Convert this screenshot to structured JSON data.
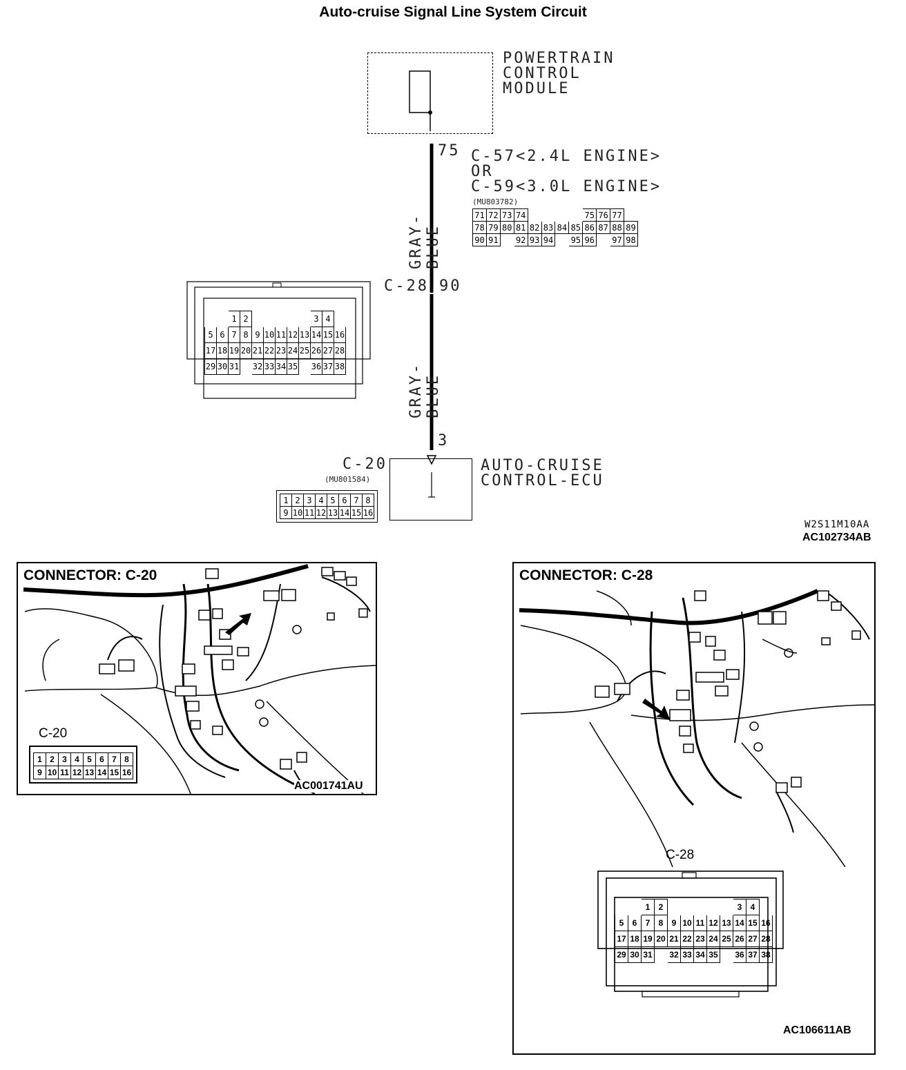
{
  "diagram": {
    "title": "Auto-cruise Signal Line System Circuit",
    "pcm": {
      "line1": "POWERTRAIN",
      "line2": "CONTROL",
      "line3": "MODULE"
    },
    "pcm_pin": "75",
    "pcm_connector": {
      "line1": "C-57<2.4L ENGINE>",
      "line2": "OR",
      "line3": "C-59<3.0L ENGINE>",
      "part": "(MU803782)"
    },
    "wire_upper": "GRAY-BLUE",
    "junction": {
      "name": "C-28",
      "pin": "90"
    },
    "wire_lower": "GRAY-BLUE",
    "ecu_pin": "3",
    "ecu_connector": {
      "name": "C-20",
      "part": "(MU801584)"
    },
    "ecu": {
      "line1": "AUTO-CRUISE",
      "line2": "CONTROL-ECU"
    },
    "ref_code1": "W2S11M10AA",
    "ref_code2": "AC102734AB"
  },
  "pcm_pins": {
    "row1": [
      "71",
      "72",
      "73",
      "74",
      "",
      "",
      "",
      "",
      "75",
      "76",
      "77"
    ],
    "row2": [
      "78",
      "79",
      "80",
      "81",
      "82",
      "83",
      "84",
      "85",
      "86",
      "87",
      "88",
      "89"
    ],
    "row3": [
      "90",
      "91",
      "",
      "92",
      "93",
      "94",
      "",
      "95",
      "96",
      "",
      "97",
      "98"
    ]
  },
  "c20_pins": {
    "row1": [
      "1",
      "2",
      "3",
      "4",
      "5",
      "6",
      "7",
      "8"
    ],
    "row2": [
      "9",
      "10",
      "11",
      "12",
      "13",
      "14",
      "15",
      "16"
    ]
  },
  "c28_pins": {
    "top": [
      "1",
      "2",
      "3",
      "4"
    ],
    "row2": [
      "5",
      "6",
      "7",
      "8",
      "9",
      "10",
      "11",
      "12",
      "13",
      "14",
      "15",
      "16"
    ],
    "row3": [
      "17",
      "18",
      "19",
      "20",
      "21",
      "22",
      "23",
      "24",
      "25",
      "26",
      "27",
      "28"
    ],
    "row4": [
      "29",
      "30",
      "31",
      "32",
      "33",
      "34",
      "35",
      "36",
      "37",
      "38"
    ]
  },
  "panel_left": {
    "title": "CONNECTOR: C-20",
    "connector_label": "C-20",
    "code": "AC001741AU"
  },
  "panel_right": {
    "title": "CONNECTOR: C-28",
    "connector_label": "C-28",
    "code": "AC106611AB"
  }
}
